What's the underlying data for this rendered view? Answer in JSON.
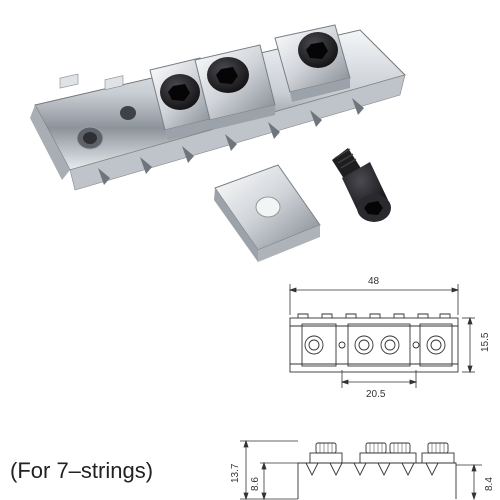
{
  "caption": "(For 7–strings)",
  "dimensions": {
    "overall_width": "48",
    "height": "15.5",
    "hole_spacing": "20.5",
    "side_total_height": "13.7",
    "side_body_height": "8.6",
    "side_right_height": "8.4"
  },
  "colors": {
    "chrome": "#d9dde2",
    "chrome_dark": "#8a9099",
    "screw_black": "#1b1b1d",
    "line": "#333333"
  },
  "icons": [
    "locking-nut-photo",
    "hex-screw-icon",
    "square-pad-icon"
  ]
}
